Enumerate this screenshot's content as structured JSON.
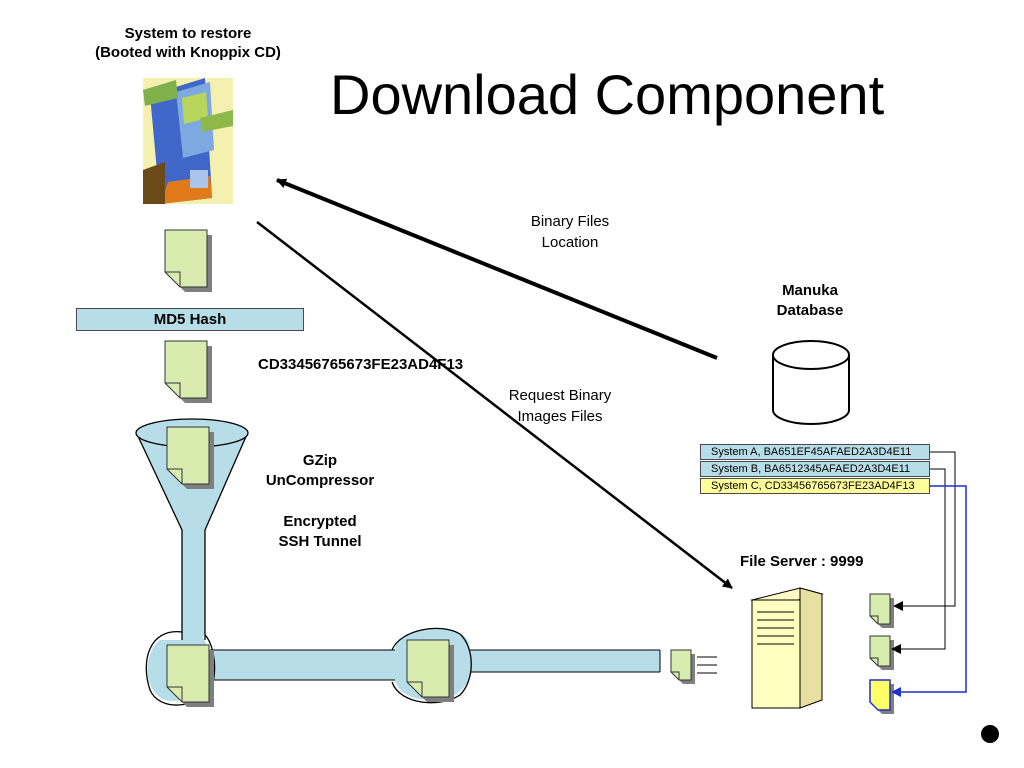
{
  "title": "Download Component",
  "system_label": {
    "line1": "System to restore",
    "line2": "(Booted with Knoppix CD)"
  },
  "md5_label": "MD5 Hash",
  "hash_value": "CD33456765673FE23AD4F13",
  "gzip_label": {
    "line1": "GZip",
    "line2": "UnCompressor"
  },
  "tunnel_label": {
    "line1": "Encrypted",
    "line2": "SSH Tunnel"
  },
  "binary_location_label": {
    "line1": "Binary Files",
    "line2": "Location"
  },
  "request_label": {
    "line1": "Request Binary",
    "line2": "Images Files"
  },
  "database_label": {
    "line1": "Manuka",
    "line2": "Database"
  },
  "file_server_label": "File Server : 9999",
  "database_rows": [
    {
      "text": "System A, BA651EF45AFAED2A3D4E11",
      "color": "#b7dde8"
    },
    {
      "text": "System B, BA6512345AFAED2A3D4E11",
      "color": "#b7dde8"
    },
    {
      "text": "System C, CD33456765673FE23AD4F13",
      "color": "#ffff99"
    }
  ],
  "colors": {
    "pipe_fill": "#b7dde8",
    "document_fill": "#d8ecb0",
    "highlight_document_fill": "#ffff66",
    "selected_link": "#1f2fd0"
  }
}
